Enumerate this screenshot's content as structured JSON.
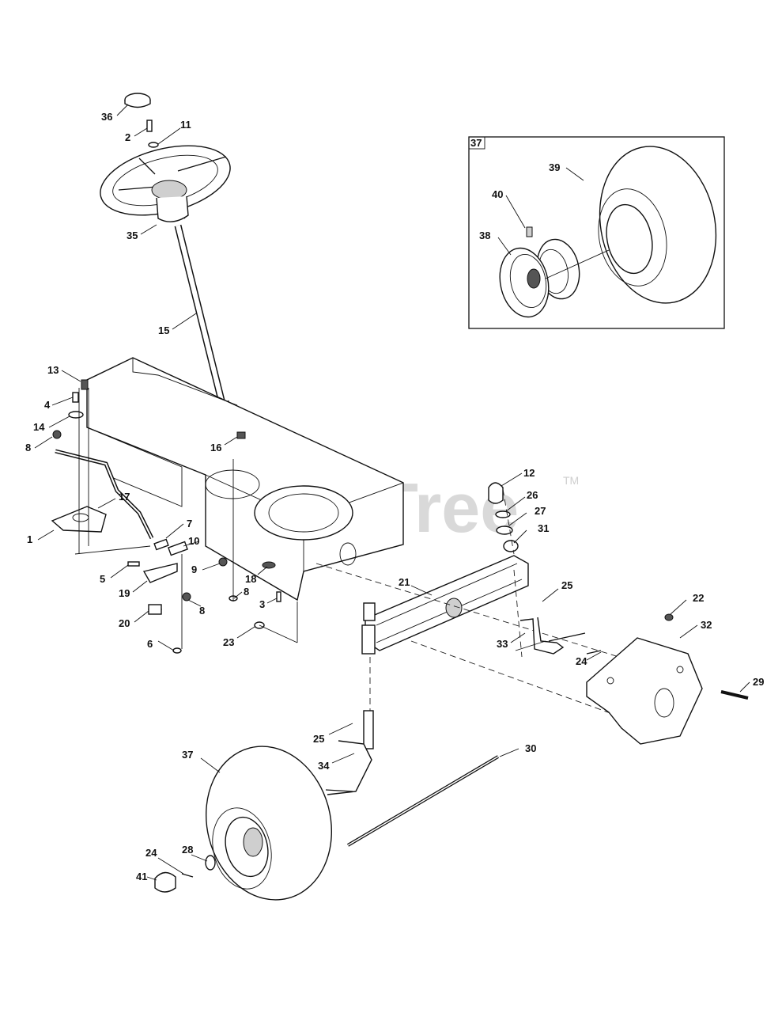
{
  "watermark": {
    "text": "PartsTree",
    "trademark": "TM"
  },
  "inset": {
    "label": "37"
  },
  "callouts": [
    {
      "id": "c36",
      "label": "36"
    },
    {
      "id": "c2",
      "label": "2"
    },
    {
      "id": "c11",
      "label": "11"
    },
    {
      "id": "c35",
      "label": "35"
    },
    {
      "id": "c15",
      "label": "15"
    },
    {
      "id": "c13",
      "label": "13"
    },
    {
      "id": "c4",
      "label": "4"
    },
    {
      "id": "c14",
      "label": "14"
    },
    {
      "id": "c8a",
      "label": "8"
    },
    {
      "id": "c16",
      "label": "16"
    },
    {
      "id": "c17",
      "label": "17"
    },
    {
      "id": "c1",
      "label": "1"
    },
    {
      "id": "c7",
      "label": "7"
    },
    {
      "id": "c10",
      "label": "10"
    },
    {
      "id": "c9",
      "label": "9"
    },
    {
      "id": "c5",
      "label": "5"
    },
    {
      "id": "c19",
      "label": "19"
    },
    {
      "id": "c8b",
      "label": "8"
    },
    {
      "id": "c8c",
      "label": "8"
    },
    {
      "id": "c18",
      "label": "18"
    },
    {
      "id": "c3",
      "label": "3"
    },
    {
      "id": "c20",
      "label": "20"
    },
    {
      "id": "c6",
      "label": "6"
    },
    {
      "id": "c23",
      "label": "23"
    },
    {
      "id": "c12",
      "label": "12"
    },
    {
      "id": "c26",
      "label": "26"
    },
    {
      "id": "c27",
      "label": "27"
    },
    {
      "id": "c31",
      "label": "31"
    },
    {
      "id": "c21",
      "label": "21"
    },
    {
      "id": "c25a",
      "label": "25"
    },
    {
      "id": "c22",
      "label": "22"
    },
    {
      "id": "c32",
      "label": "32"
    },
    {
      "id": "c33",
      "label": "33"
    },
    {
      "id": "c24a",
      "label": "24"
    },
    {
      "id": "c29",
      "label": "29"
    },
    {
      "id": "c25b",
      "label": "25"
    },
    {
      "id": "c34",
      "label": "34"
    },
    {
      "id": "c30",
      "label": "30"
    },
    {
      "id": "c37",
      "label": "37"
    },
    {
      "id": "c24b",
      "label": "24"
    },
    {
      "id": "c28",
      "label": "28"
    },
    {
      "id": "c41",
      "label": "41"
    },
    {
      "id": "c39",
      "label": "39"
    },
    {
      "id": "c40",
      "label": "40"
    },
    {
      "id": "c38",
      "label": "38"
    }
  ]
}
